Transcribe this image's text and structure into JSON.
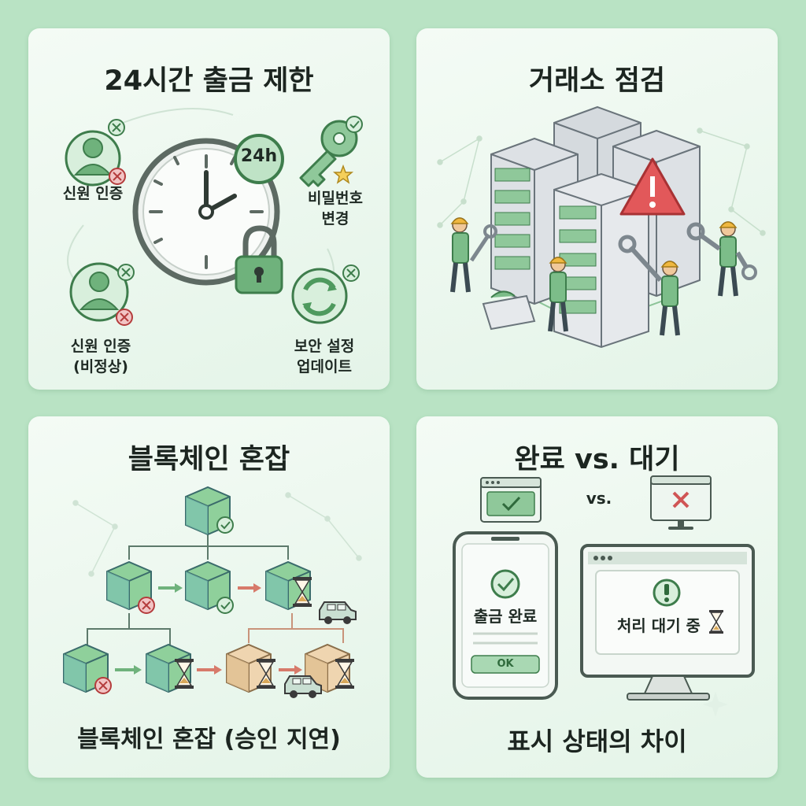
{
  "panels": {
    "withdrawal_limit": {
      "title": "24시간 출금 제한",
      "badge": "24h",
      "labels": {
        "identity_verification": "신원 인증",
        "password_change_line1": "비밀번호",
        "password_change_line2": "변경",
        "identity_abnormal_line1": "신원 인증",
        "identity_abnormal_line2": "(비정상)",
        "security_update_line1": "보안 설정",
        "security_update_line2": "업데이트"
      }
    },
    "maintenance": {
      "title": "거래소 점검"
    },
    "congestion": {
      "title": "블록체인 혼잡",
      "caption": "블록체인 혼잡 (승인 지연)"
    },
    "status": {
      "title": "완료 vs. 대기",
      "vs_label": "vs.",
      "phone_text": "출금 완료",
      "phone_button": "OK",
      "monitor_text": "처리 대기 중",
      "caption": "표시 상태의 차이"
    }
  },
  "colors": {
    "background": "#b9e3c4",
    "panel": "#eef8f0",
    "green_accent": "#4e9a5e",
    "red_alert": "#e2585a",
    "server_gray": "#c9ced3",
    "box_tan": "#e4c9a4"
  },
  "icons": [
    "user-icon",
    "key-icon",
    "star-icon",
    "clock-icon",
    "lock-icon",
    "refresh-icon",
    "close-icon",
    "check-icon",
    "warning-icon",
    "wrench-icon",
    "hourglass-icon",
    "car-icon",
    "exclamation-icon"
  ]
}
